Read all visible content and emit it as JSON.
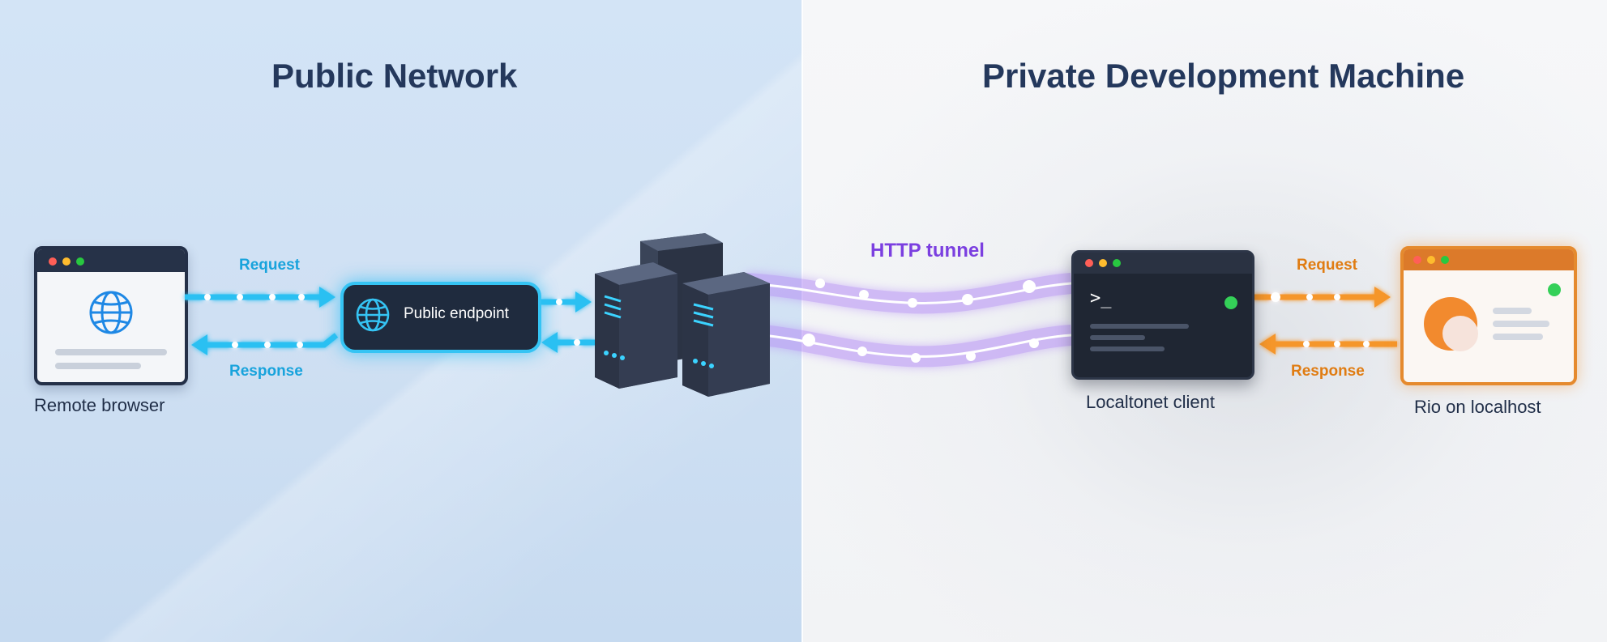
{
  "titles": {
    "public": "Public Network",
    "private": "Private Development Machine"
  },
  "nodes": {
    "remote_browser": "Remote browser",
    "public_endpoint": "Public endpoint",
    "localtonet_client": "Localtonet client",
    "rio": "Rio on localhost"
  },
  "edges": {
    "left_request": "Request",
    "left_response": "Response",
    "tunnel": "HTTP tunnel",
    "right_request": "Request",
    "right_response": "Response"
  },
  "terminal": {
    "prompt": ">_"
  },
  "colors": {
    "public_flow": "#2cc0f2",
    "tunnel": "#9a6cf0",
    "local_flow": "#f5962a",
    "title": "#24385c"
  }
}
